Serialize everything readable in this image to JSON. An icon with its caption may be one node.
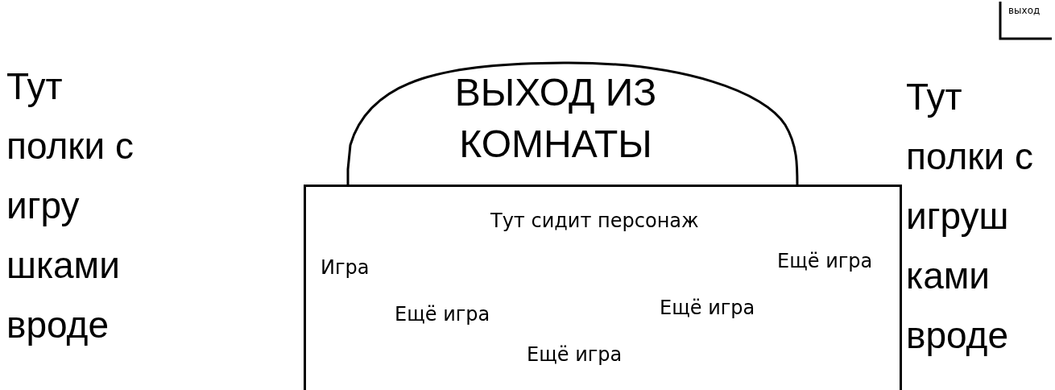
{
  "diagram": {
    "nodes": [
      {
        "text": [
          "ВЫХОД ИЗ КОМНАТЫ"
        ]
      },
      {
        "text": [
          "Тут сидит персонаж",
          "Игра",
          "Ещё игра",
          "Ещё игра",
          "Ещё игра",
          "Ещё игра"
        ]
      }
    ],
    "labels": [
      "выход",
      "Тут полки с игру шками вроде",
      "Тут полки с игруш ками вроде"
    ]
  }
}
